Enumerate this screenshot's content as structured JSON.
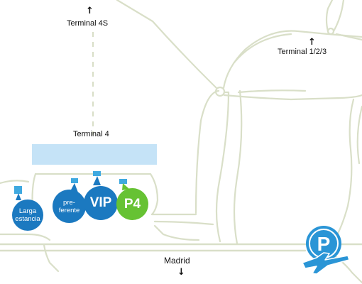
{
  "labels": {
    "terminal_4s": "Terminal 4S",
    "terminal_123": "Terminal 1/2/3",
    "terminal_4": "Terminal 4",
    "madrid": "Madrid"
  },
  "parkings": {
    "larga_estancia": {
      "line1": "Larga",
      "line2": "estancia"
    },
    "preferente": {
      "line1": "pre-",
      "line2": "ferente"
    },
    "vip": {
      "label": "VIP"
    },
    "p4": {
      "label": "P4"
    }
  },
  "colors": {
    "road": "#d9dfc8",
    "terminal": "#c5e3f7",
    "pin_blue": "#1b79c0",
    "pin_green": "#66c233",
    "tag_blue": "#3fa9e0"
  },
  "icons": {
    "arrow_up": "up-arrow-icon",
    "arrow_down": "down-arrow-icon",
    "airport_parking": "airport-parking-icon"
  }
}
